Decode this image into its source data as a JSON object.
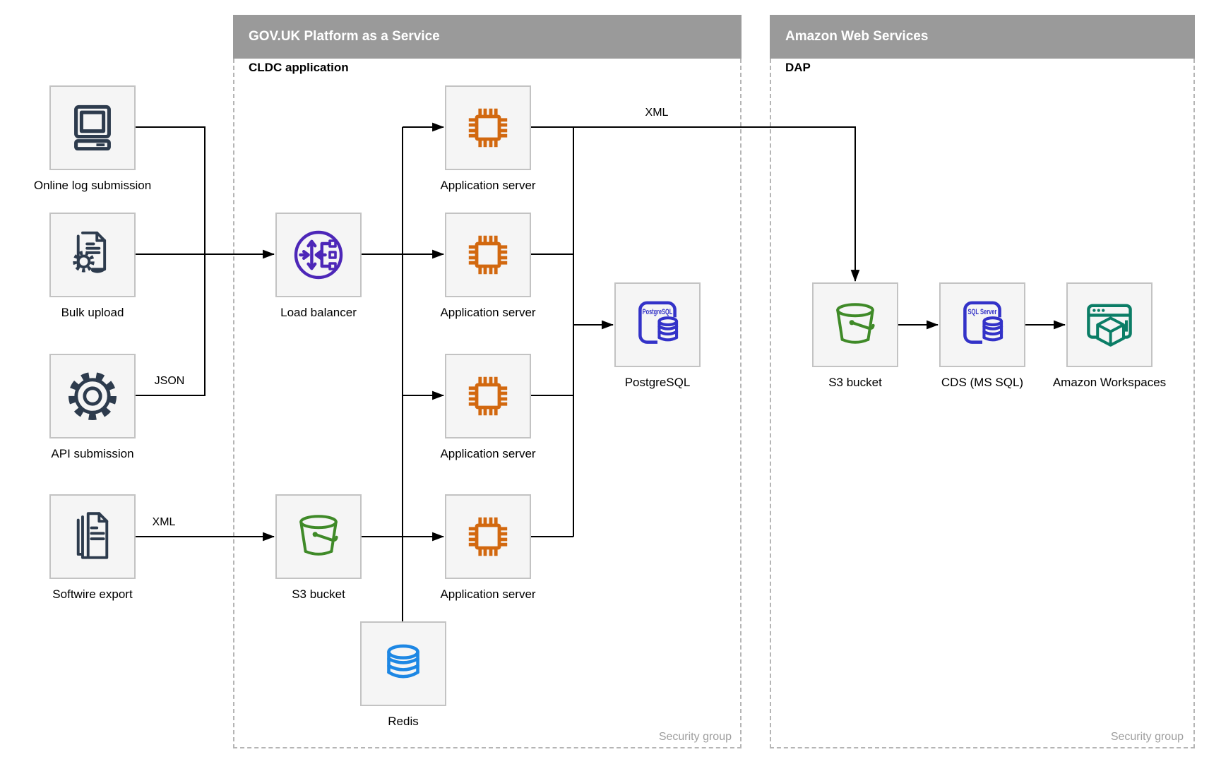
{
  "containers": {
    "paas": {
      "title": "GOV.UK Platform as a Service",
      "sublabel": "CLDC application",
      "footer": "Security group"
    },
    "aws": {
      "title": "Amazon Web Services",
      "sublabel": "DAP",
      "footer": "Security group"
    }
  },
  "nodes": {
    "online_log": {
      "label": "Online log submission",
      "icon": "desktop-computer-icon"
    },
    "bulk_upload": {
      "label": "Bulk upload",
      "icon": "document-gear-icon"
    },
    "api_submission": {
      "label": "API submission",
      "icon": "gear-icon"
    },
    "softwire_export": {
      "label": "Softwire export",
      "icon": "documents-stack-icon"
    },
    "load_balancer": {
      "label": "Load balancer",
      "icon": "load-balancer-icon"
    },
    "app_server_1": {
      "label": "Application server",
      "icon": "cpu-chip-icon"
    },
    "app_server_2": {
      "label": "Application server",
      "icon": "cpu-chip-icon"
    },
    "app_server_3": {
      "label": "Application server",
      "icon": "cpu-chip-icon"
    },
    "app_server_4": {
      "label": "Application server",
      "icon": "cpu-chip-icon"
    },
    "s3_paas": {
      "label": "S3 bucket",
      "icon": "s3-bucket-icon"
    },
    "redis": {
      "label": "Redis",
      "icon": "redis-database-icon"
    },
    "postgres": {
      "label": "PostgreSQL",
      "icon": "postgresql-database-icon",
      "icon_text": "PostgreSQL"
    },
    "s3_aws": {
      "label": "S3 bucket",
      "icon": "s3-bucket-icon"
    },
    "cds": {
      "label": "CDS (MS SQL)",
      "icon": "sql-server-database-icon",
      "icon_text": "SQL Server"
    },
    "workspaces": {
      "label": "Amazon Workspaces",
      "icon": "amazon-workspaces-icon"
    }
  },
  "edge_labels": {
    "api_to_lb": "JSON",
    "softwire_to_s3": "XML",
    "app_to_aws": "XML"
  },
  "colors": {
    "header_gray": "#9a9a9a",
    "node_fill": "#f5f5f5",
    "node_border": "#c3c3c3",
    "dashed_border": "#b5b5b5",
    "source_navy": "#2d3b4d",
    "chip_orange": "#d2680f",
    "load_balancer_purple": "#4d27b8",
    "bucket_green": "#3f8a28",
    "sql_indigo": "#3332c8",
    "redis_blue": "#1d87e4",
    "workspaces_teal": "#0b7d66",
    "line_black": "#000000",
    "footer_gray": "#9e9e9e"
  }
}
